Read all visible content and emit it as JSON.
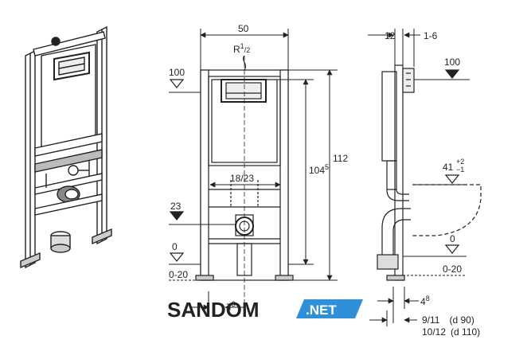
{
  "front_view": {
    "width_label": "50",
    "supply_label": "R",
    "supply_sup": "1",
    "supply_sub": "/2",
    "height_total_label": "112",
    "height_inner_label": "104",
    "height_inner_sup": "5",
    "bolt_spacing_label": "18/23",
    "level_100": "100",
    "level_23": "23",
    "level_0": "0",
    "level_adjust": "0-20",
    "offset_label": "7",
    "offset_sup": "3"
  },
  "side_view": {
    "depth_top_label": "12",
    "depth_adjust_label": "1-6",
    "level_100": "100",
    "level_41": "41",
    "level_41_tol_plus": "+2",
    "level_41_tol_minus": "−1",
    "level_0": "0",
    "level_adjust": "0-20",
    "offset_4": "4",
    "offset_4_sup": "8",
    "pipe_line1_a": "9/11",
    "pipe_line1_b": "(d 90)",
    "pipe_line2_a": "10/12",
    "pipe_line2_b": "(d 110)"
  },
  "watermark": {
    "brand": "SANDOM",
    "domain": ".NET",
    "color": "#2f8fd8"
  }
}
